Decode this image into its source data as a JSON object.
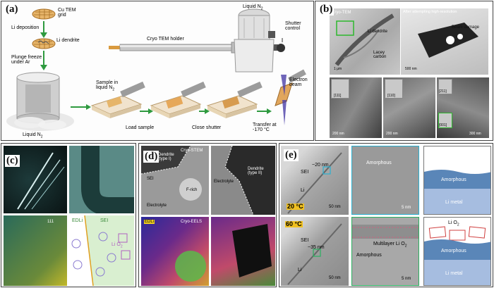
{
  "panels": {
    "a": {
      "label": "(a)",
      "cu_grid": "Cu TEM\ngrid",
      "li_deposition": "Li deposition",
      "li_dendrite": "Li dendrite",
      "plunge": "Plunge freeze\nunder Ar",
      "liquid_n2_bottom": "Liquid N",
      "liquid_n2_top": "Liquid N",
      "n2_sub": "2",
      "holder": "Cryo TEM holder",
      "shutter": "Shutter\ncontrol",
      "sample": "Sample in\nliquid N",
      "load": "Load sample",
      "close": "Close shutter",
      "transfer": "Transfer at\n-170 °C",
      "beam": "Electron\nbeam"
    },
    "b": {
      "label": "(b)",
      "cryo_tem": "Cryo-TEM",
      "li_dendrite": "Li dendrite",
      "lacey": "Lacey\ncarbon",
      "scale1": "1 μm",
      "after": "After attempting high-resolution",
      "damage": "Beam damage",
      "scale2": "500 nm",
      "zone1": "[111]",
      "zone2": "[110]",
      "zone3": "[211]",
      "zone4": "[001]",
      "scale3": "200 nm",
      "scale4": "200 nm",
      "scale5": "300 nm"
    },
    "c": {
      "label": "(c)",
      "edli": "EDLi",
      "sei": "SEI",
      "li2o": "Li O",
      "li2o_sub": "2",
      "lattice": "111"
    },
    "d": {
      "label": "(d)",
      "cryo_stem": "Cryo-STEM",
      "dendrite1": "Dendrite\n(type I)",
      "sei": "SEI",
      "frich": "F-rich",
      "electrolyte1": "Electrolyte",
      "electrolyte2": "Electrolyte",
      "dendrite2": "Dendrite\n(type II)",
      "cryo_eels": "Cryo-EELS",
      "tag": "EDLi"
    },
    "e": {
      "label": "(e)",
      "sei_top": "SEI",
      "thick_top": "~20 nm",
      "li_top": "Li",
      "temp_top": "20 °C",
      "scale_a": "50 nm",
      "amorph_hr": "Amorphous",
      "scale_b": "5 nm",
      "amorph_sch1": "Amorphous",
      "li_metal1": "Li metal",
      "sei_bot": "SEI",
      "thick_bot": "~35 nm",
      "li_bot": "Li",
      "temp_bot": "60 °C",
      "scale_c": "50 nm",
      "multilayer": "Multilayer Li O",
      "multilayer_sub": "2",
      "amorph_hr2": "Amorphous",
      "scale_d": "5 nm",
      "li2o_sch": "Li O",
      "li2o_sch_sub": "2",
      "amorph_sch2": "Amorphous",
      "li_metal2": "Li metal"
    }
  }
}
